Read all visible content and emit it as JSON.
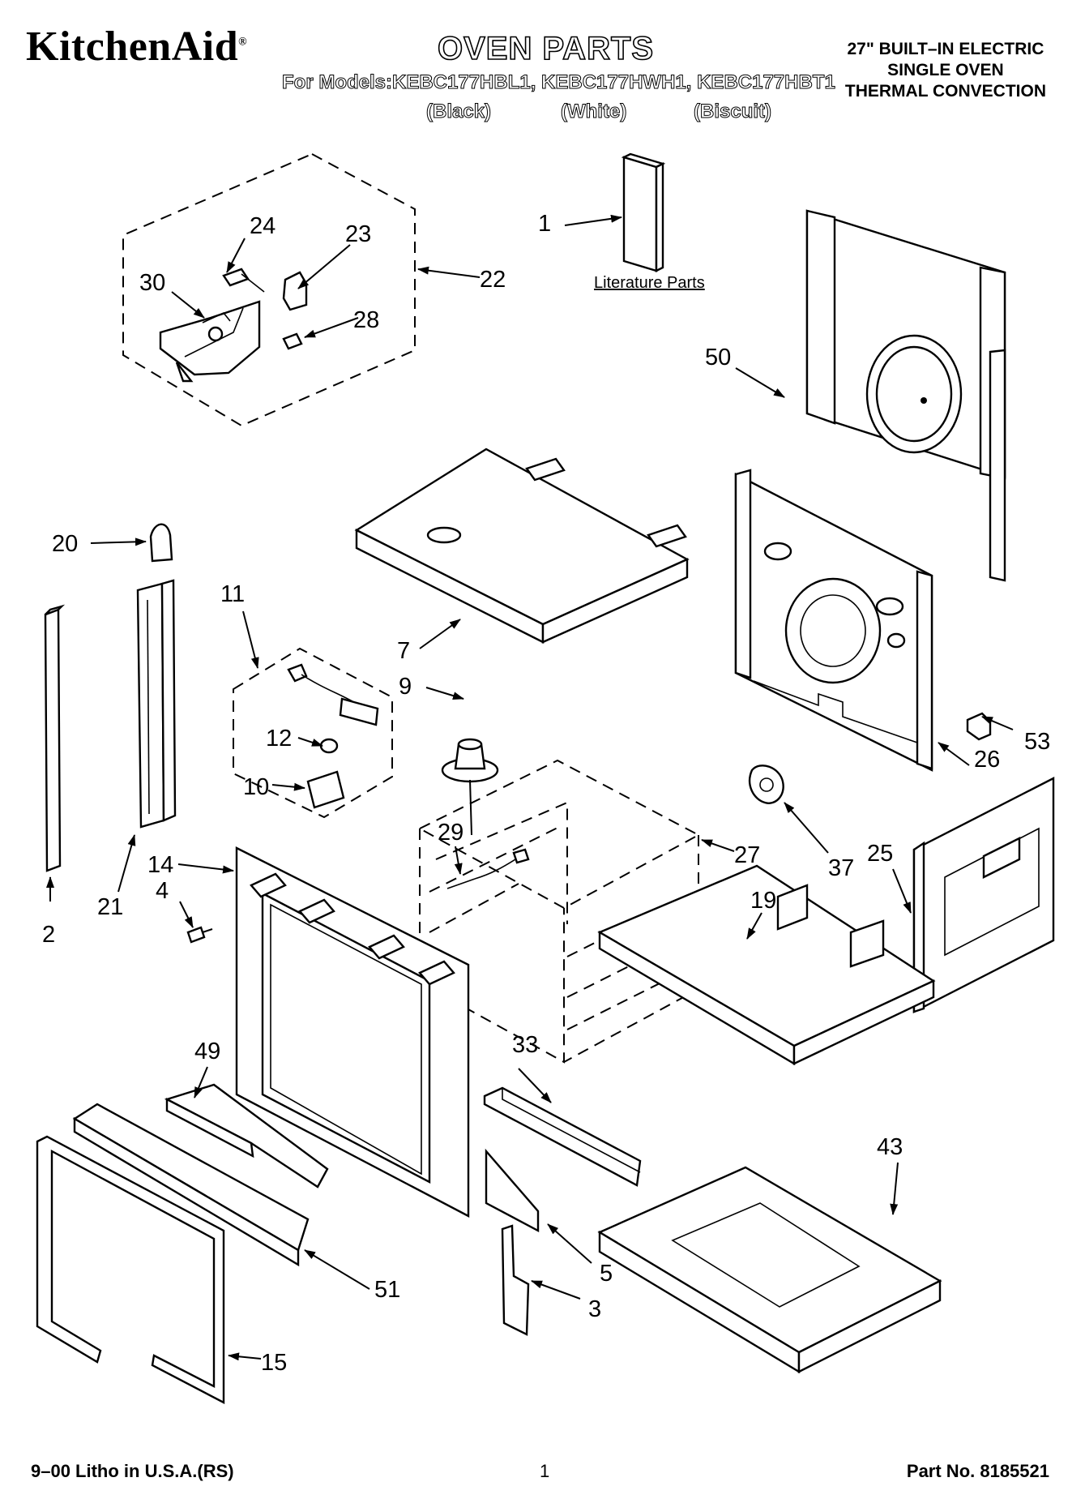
{
  "header": {
    "brand": "KitchenAid",
    "brand_mark": "®",
    "title": "OVEN PARTS",
    "models": "For Models:KEBC177HBL1, KEBC177HWH1, KEBC177HBT1",
    "colors": [
      "(Black)",
      "(White)",
      "(Biscuit)"
    ],
    "product_lines": [
      "27\" BUILT–IN ELECTRIC",
      "SINGLE OVEN",
      "THERMAL CONVECTION"
    ]
  },
  "literature_label": "Literature Parts",
  "callouts": [
    {
      "id": "1",
      "label": "1"
    },
    {
      "id": "2",
      "label": "2"
    },
    {
      "id": "3",
      "label": "3"
    },
    {
      "id": "4",
      "label": "4"
    },
    {
      "id": "5",
      "label": "5"
    },
    {
      "id": "7",
      "label": "7"
    },
    {
      "id": "9",
      "label": "9"
    },
    {
      "id": "10",
      "label": "10"
    },
    {
      "id": "11",
      "label": "11"
    },
    {
      "id": "12",
      "label": "12"
    },
    {
      "id": "14",
      "label": "14"
    },
    {
      "id": "15",
      "label": "15"
    },
    {
      "id": "19",
      "label": "19"
    },
    {
      "id": "20",
      "label": "20"
    },
    {
      "id": "21",
      "label": "21"
    },
    {
      "id": "22",
      "label": "22"
    },
    {
      "id": "23",
      "label": "23"
    },
    {
      "id": "24",
      "label": "24"
    },
    {
      "id": "25",
      "label": "25"
    },
    {
      "id": "26",
      "label": "26"
    },
    {
      "id": "27",
      "label": "27"
    },
    {
      "id": "28",
      "label": "28"
    },
    {
      "id": "29",
      "label": "29"
    },
    {
      "id": "30",
      "label": "30"
    },
    {
      "id": "33",
      "label": "33"
    },
    {
      "id": "37",
      "label": "37"
    },
    {
      "id": "43",
      "label": "43"
    },
    {
      "id": "49",
      "label": "49"
    },
    {
      "id": "50",
      "label": "50"
    },
    {
      "id": "51",
      "label": "51"
    },
    {
      "id": "53",
      "label": "53"
    }
  ],
  "footer": {
    "litho": "9–00 Litho in U.S.A.(RS)",
    "page": "1",
    "part_no": "Part No. 8185521"
  }
}
